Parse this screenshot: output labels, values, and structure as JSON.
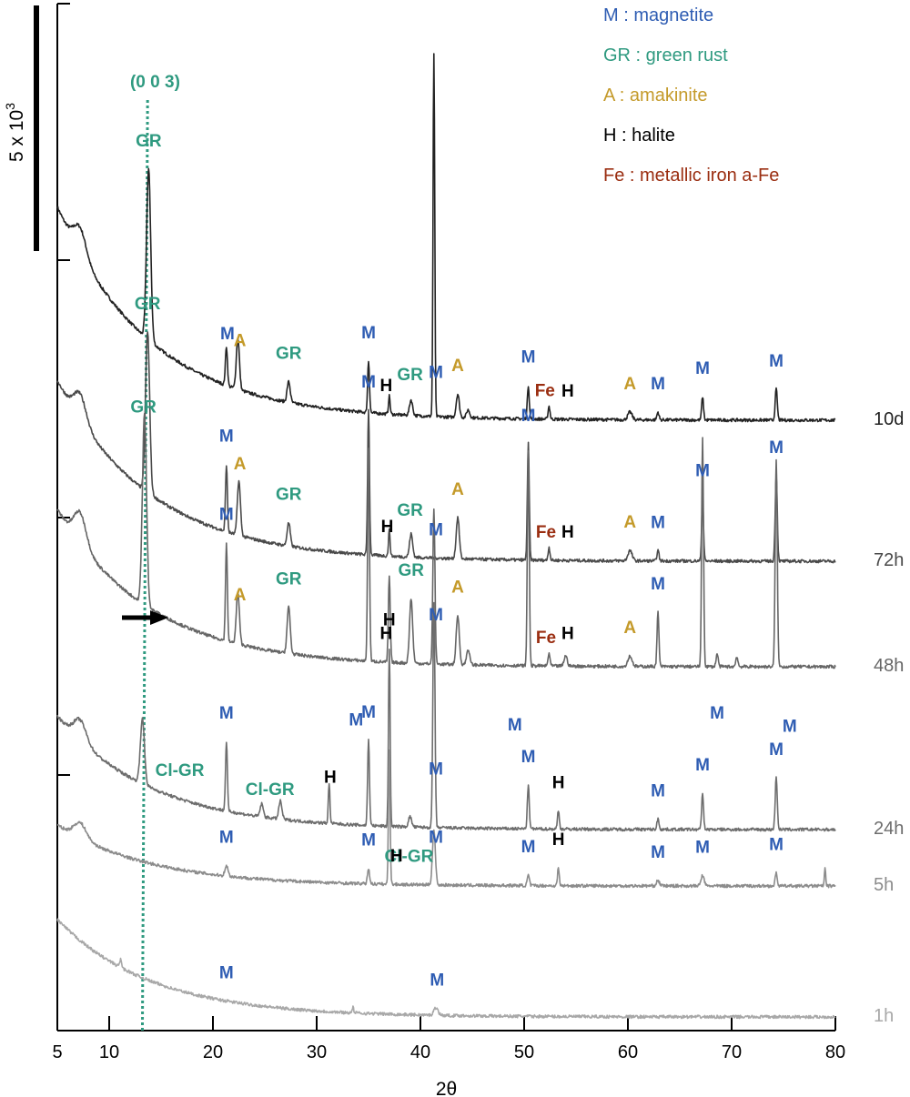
{
  "chart_data": {
    "type": "line",
    "title": "",
    "xlabel": "2θ",
    "ylabel": "",
    "xlim": [
      5,
      80
    ],
    "x_ticks": [
      "5",
      "10",
      "20",
      "30",
      "40",
      "50",
      "60",
      "70",
      "80"
    ],
    "scale_bar_label": "5 x 10",
    "scale_bar_exponent": "3",
    "reference_line_label": "(0 0 3)",
    "reference_line_x": 13.2,
    "legend": [
      {
        "key": "M",
        "text": "M : magnetite",
        "color": "#2f5db3"
      },
      {
        "key": "GR",
        "text": "GR : green rust",
        "color": "#2f9a80"
      },
      {
        "key": "A",
        "text": "A : amakinite",
        "color": "#c49a2a"
      },
      {
        "key": "H",
        "text": "H : halite",
        "color": "#000000"
      },
      {
        "key": "Fe",
        "text": "Fe : metallic iron a-Fe",
        "color": "#9a2d10"
      }
    ],
    "series": [
      {
        "name": "10d",
        "color": "#222222",
        "baseline": 0.08,
        "decay": 0.32,
        "peaks": [
          [
            7.2,
            0.1,
            0.6
          ],
          [
            13.8,
            0.66,
            0.2
          ],
          [
            21.3,
            0.15,
            0.1
          ],
          [
            22.4,
            0.2,
            0.15
          ],
          [
            27.3,
            0.08,
            0.15
          ],
          [
            35.0,
            0.2,
            0.09
          ],
          [
            37.0,
            0.07,
            0.08
          ],
          [
            39.1,
            0.06,
            0.15
          ],
          [
            41.3,
            1.4,
            0.08
          ],
          [
            43.6,
            0.09,
            0.15
          ],
          [
            44.6,
            0.03,
            0.15
          ],
          [
            50.4,
            0.13,
            0.09
          ],
          [
            52.4,
            0.05,
            0.09
          ],
          [
            60.2,
            0.03,
            0.2
          ],
          [
            62.9,
            0.03,
            0.1
          ],
          [
            67.2,
            0.09,
            0.09
          ],
          [
            74.3,
            0.12,
            0.1
          ]
        ],
        "labels": [
          {
            "text": "GR",
            "x": 13.8,
            "dy": -0.06,
            "kind": "GR"
          },
          {
            "text": "M",
            "x": 21.4,
            "dy": -0.06,
            "kind": "M"
          },
          {
            "text": "A",
            "x": 22.6,
            "dy": -0.06,
            "kind": "A"
          },
          {
            "text": "GR",
            "x": 27.3,
            "dy": -0.06,
            "kind": "GR"
          },
          {
            "text": "M",
            "x": 35.0,
            "dy": -0.06,
            "kind": "M"
          },
          {
            "text": "H",
            "x": 36.7,
            "dy": -0.06,
            "kind": "H"
          },
          {
            "text": "GR",
            "x": 39.0,
            "dy": -0.06,
            "kind": "GR"
          },
          {
            "text": "M",
            "x": 41.5,
            "dy": -0.06,
            "kind": "M"
          },
          {
            "text": "A",
            "x": 43.6,
            "dy": -0.06,
            "kind": "A"
          },
          {
            "text": "M",
            "x": 50.4,
            "dy": -0.06,
            "kind": "M"
          },
          {
            "text": "Fe",
            "x": 52.0,
            "dy": -0.06,
            "kind": "Fe"
          },
          {
            "text": "H",
            "x": 54.2,
            "dy": -0.06,
            "kind": "H"
          },
          {
            "text": "A",
            "x": 60.2,
            "dy": -0.06,
            "kind": "A"
          },
          {
            "text": "M",
            "x": 62.9,
            "dy": -0.06,
            "kind": "M"
          },
          {
            "text": "M",
            "x": 67.2,
            "dy": -0.06,
            "kind": "M"
          },
          {
            "text": "M",
            "x": 74.3,
            "dy": -0.06,
            "kind": "M"
          }
        ]
      },
      {
        "name": "72h",
        "color": "#4a4a4a",
        "baseline": 0.08,
        "decay": 0.27,
        "peaks": [
          [
            7.2,
            0.1,
            0.6
          ],
          [
            13.7,
            0.62,
            0.2
          ],
          [
            21.3,
            0.26,
            0.09
          ],
          [
            22.5,
            0.21,
            0.15
          ],
          [
            27.3,
            0.09,
            0.15
          ],
          [
            35.0,
            0.56,
            0.09
          ],
          [
            37.0,
            0.1,
            0.08
          ],
          [
            39.1,
            0.09,
            0.15
          ],
          [
            43.6,
            0.16,
            0.15
          ],
          [
            50.4,
            0.45,
            0.09
          ],
          [
            52.4,
            0.05,
            0.09
          ],
          [
            60.2,
            0.04,
            0.2
          ],
          [
            62.9,
            0.04,
            0.1
          ],
          [
            67.2,
            0.24,
            0.09
          ],
          [
            74.3,
            0.33,
            0.1
          ]
        ],
        "labels": [
          {
            "text": "GR",
            "x": 13.7,
            "dy": -0.06,
            "kind": "GR"
          },
          {
            "text": "M",
            "x": 21.3,
            "dy": -0.06,
            "kind": "M"
          },
          {
            "text": "A",
            "x": 22.6,
            "dy": -0.06,
            "kind": "A"
          },
          {
            "text": "GR",
            "x": 27.3,
            "dy": -0.06,
            "kind": "GR"
          },
          {
            "text": "M",
            "x": 35.0,
            "dy": -0.06,
            "kind": "M"
          },
          {
            "text": "H",
            "x": 36.8,
            "dy": -0.06,
            "kind": "H"
          },
          {
            "text": "GR",
            "x": 39.0,
            "dy": -0.06,
            "kind": "GR"
          },
          {
            "text": "M",
            "x": 41.5,
            "dy": -0.06,
            "kind": "M"
          },
          {
            "text": "A",
            "x": 43.6,
            "dy": -0.06,
            "kind": "A"
          },
          {
            "text": "M",
            "x": 50.4,
            "dy": -0.06,
            "kind": "M"
          },
          {
            "text": "Fe",
            "x": 52.1,
            "dy": -0.06,
            "kind": "Fe"
          },
          {
            "text": "H",
            "x": 54.2,
            "dy": -0.06,
            "kind": "H"
          },
          {
            "text": "A",
            "x": 60.2,
            "dy": -0.06,
            "kind": "A"
          },
          {
            "text": "M",
            "x": 62.9,
            "dy": -0.06,
            "kind": "M"
          },
          {
            "text": "M",
            "x": 67.2,
            "dy": -0.06,
            "kind": "M"
          },
          {
            "text": "M",
            "x": 74.3,
            "dy": -0.06,
            "kind": "M"
          }
        ]
      },
      {
        "name": "48h",
        "color": "#666666",
        "baseline": 0.08,
        "decay": 0.25,
        "peaks": [
          [
            7.2,
            0.12,
            0.6
          ],
          [
            13.4,
            0.74,
            0.2
          ],
          [
            21.3,
            0.38,
            0.09
          ],
          [
            22.4,
            0.2,
            0.15
          ],
          [
            27.3,
            0.18,
            0.15
          ],
          [
            35.0,
            0.82,
            0.09
          ],
          [
            37.0,
            0.33,
            0.09
          ],
          [
            39.1,
            0.25,
            0.15
          ],
          [
            41.3,
            0.6,
            0.1
          ],
          [
            43.6,
            0.19,
            0.15
          ],
          [
            44.6,
            0.06,
            0.15
          ],
          [
            50.4,
            0.83,
            0.09
          ],
          [
            52.4,
            0.05,
            0.09
          ],
          [
            54.0,
            0.04,
            0.15
          ],
          [
            60.2,
            0.04,
            0.2
          ],
          [
            62.9,
            0.21,
            0.09
          ],
          [
            67.2,
            0.89,
            0.09
          ],
          [
            68.6,
            0.05,
            0.1
          ],
          [
            70.5,
            0.04,
            0.1
          ],
          [
            74.3,
            0.8,
            0.1
          ]
        ],
        "labels": [
          {
            "text": "GR",
            "x": 13.3,
            "dy": -0.06,
            "kind": "GR"
          },
          {
            "text": "M",
            "x": 21.3,
            "dy": -0.06,
            "kind": "M"
          },
          {
            "text": "A",
            "x": 22.6,
            "dy": -0.06,
            "kind": "A"
          },
          {
            "text": "GR",
            "x": 27.3,
            "dy": -0.06,
            "kind": "GR"
          },
          {
            "text": "M",
            "x": 33.8,
            "dy": 0.28,
            "kind": "M"
          },
          {
            "text": "H",
            "x": 36.7,
            "dy": -0.06,
            "kind": "H"
          },
          {
            "text": "GR",
            "x": 39.1,
            "dy": -0.06,
            "kind": "GR"
          },
          {
            "text": "M",
            "x": 41.5,
            "dy": -0.06,
            "kind": "M"
          },
          {
            "text": "A",
            "x": 43.6,
            "dy": -0.06,
            "kind": "A"
          },
          {
            "text": "M",
            "x": 49.1,
            "dy": 0.28,
            "kind": "M"
          },
          {
            "text": "Fe",
            "x": 52.1,
            "dy": -0.06,
            "kind": "Fe"
          },
          {
            "text": "H",
            "x": 54.2,
            "dy": -0.06,
            "kind": "H"
          },
          {
            "text": "A",
            "x": 60.2,
            "dy": -0.06,
            "kind": "A"
          },
          {
            "text": "M",
            "x": 62.9,
            "dy": -0.06,
            "kind": "M"
          },
          {
            "text": "M",
            "x": 68.6,
            "dy": 0.28,
            "kind": "M"
          },
          {
            "text": "M",
            "x": 75.6,
            "dy": 0.28,
            "kind": "M"
          }
        ]
      },
      {
        "name": "24h",
        "color": "#6d6d6d",
        "baseline": 0.08,
        "decay": 0.34,
        "peaks": [
          [
            7.2,
            0.08,
            0.6
          ],
          [
            13.2,
            0.25,
            0.2
          ],
          [
            21.3,
            0.27,
            0.09
          ],
          [
            24.7,
            0.05,
            0.15
          ],
          [
            26.5,
            0.07,
            0.15
          ],
          [
            31.2,
            0.15,
            0.08
          ],
          [
            35.0,
            0.33,
            0.09
          ],
          [
            37.0,
            0.69,
            0.08
          ],
          [
            39.0,
            0.04,
            0.15
          ],
          [
            41.3,
            0.87,
            0.1
          ],
          [
            50.4,
            0.17,
            0.09
          ],
          [
            53.3,
            0.07,
            0.09
          ],
          [
            62.9,
            0.04,
            0.1
          ],
          [
            67.2,
            0.14,
            0.09
          ],
          [
            74.3,
            0.2,
            0.1
          ]
        ],
        "labels": [
          {
            "text": "Cl-GR",
            "x": 16.8,
            "dy": -0.06,
            "kind": "GR"
          },
          {
            "text": "M",
            "x": 21.3,
            "dy": -0.06,
            "kind": "M"
          },
          {
            "text": "Cl-GR",
            "x": 25.5,
            "dy": -0.06,
            "kind": "GR"
          },
          {
            "text": "H",
            "x": 31.3,
            "dy": -0.06,
            "kind": "H"
          },
          {
            "text": "M",
            "x": 35.0,
            "dy": -0.06,
            "kind": "M"
          },
          {
            "text": "H",
            "x": 37.0,
            "dy": -0.06,
            "kind": "H"
          },
          {
            "text": "M",
            "x": 41.5,
            "dy": -0.06,
            "kind": "M"
          },
          {
            "text": "M",
            "x": 50.4,
            "dy": -0.06,
            "kind": "M"
          },
          {
            "text": "H",
            "x": 53.3,
            "dy": -0.06,
            "kind": "H"
          },
          {
            "text": "M",
            "x": 62.9,
            "dy": -0.06,
            "kind": "M"
          },
          {
            "text": "M",
            "x": 67.2,
            "dy": -0.06,
            "kind": "M"
          },
          {
            "text": "M",
            "x": 74.3,
            "dy": -0.06,
            "kind": "M"
          }
        ]
      },
      {
        "name": "5h",
        "color": "#8c8c8c",
        "baseline": 0.08,
        "decay": 0.41,
        "peaks": [
          [
            7.2,
            0.06,
            0.6
          ],
          [
            21.3,
            0.04,
            0.15
          ],
          [
            35.0,
            0.06,
            0.1
          ],
          [
            37.0,
            0.52,
            0.08
          ],
          [
            41.3,
            0.21,
            0.14
          ],
          [
            50.4,
            0.04,
            0.1
          ],
          [
            53.3,
            0.07,
            0.08
          ],
          [
            62.9,
            0.02,
            0.15
          ],
          [
            67.2,
            0.04,
            0.15
          ],
          [
            74.3,
            0.05,
            0.1
          ],
          [
            79.0,
            0.07,
            0.06
          ]
        ],
        "labels": [
          {
            "text": "M",
            "x": 21.3,
            "dy": -0.06,
            "kind": "M"
          },
          {
            "text": "Cl-GR",
            "x": 38.9,
            "dy": -0.06,
            "kind": "GR"
          },
          {
            "text": "M",
            "x": 35.0,
            "dy": -0.06,
            "kind": "M"
          },
          {
            "text": "H",
            "x": 37.7,
            "dy": -0.06,
            "kind": "H"
          },
          {
            "text": "M",
            "x": 41.5,
            "dy": -0.06,
            "kind": "M"
          },
          {
            "text": "M",
            "x": 50.4,
            "dy": -0.06,
            "kind": "M"
          },
          {
            "text": "H",
            "x": 53.3,
            "dy": -0.06,
            "kind": "H"
          },
          {
            "text": "M",
            "x": 62.9,
            "dy": -0.06,
            "kind": "M"
          },
          {
            "text": "M",
            "x": 67.2,
            "dy": -0.06,
            "kind": "M"
          },
          {
            "text": "M",
            "x": 74.3,
            "dy": -0.06,
            "kind": "M"
          }
        ]
      },
      {
        "name": "1h",
        "color": "#a8a8a8",
        "baseline": 0.05,
        "decay": 0.61,
        "peaks": [
          [
            11.1,
            0.03,
            0.1
          ],
          [
            33.5,
            0.02,
            0.08
          ],
          [
            41.5,
            0.03,
            0.2
          ]
        ],
        "labels": [
          {
            "text": "M",
            "x": 21.3,
            "dy": -0.06,
            "kind": "M"
          },
          {
            "text": "M",
            "x": 41.6,
            "dy": -0.06,
            "kind": "M"
          }
        ]
      }
    ]
  }
}
